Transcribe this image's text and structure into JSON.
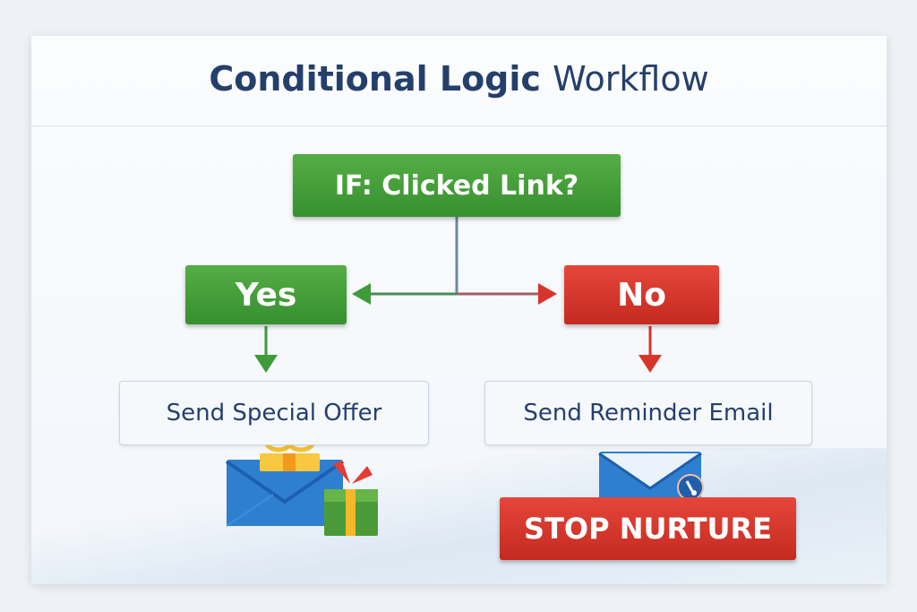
{
  "title": {
    "bold": "Conditional Logic",
    "light": "Workflow"
  },
  "condition": "IF: Clicked Link?",
  "yes": {
    "label": "Yes",
    "action": "Send Special Offer"
  },
  "no": {
    "label": "No",
    "action": "Send Reminder Email",
    "stop": "STOP NURTURE"
  },
  "colors": {
    "green": "#3f9a3a",
    "red": "#d8352a",
    "title": "#243f6b",
    "envelope": "#2f7fd0"
  }
}
